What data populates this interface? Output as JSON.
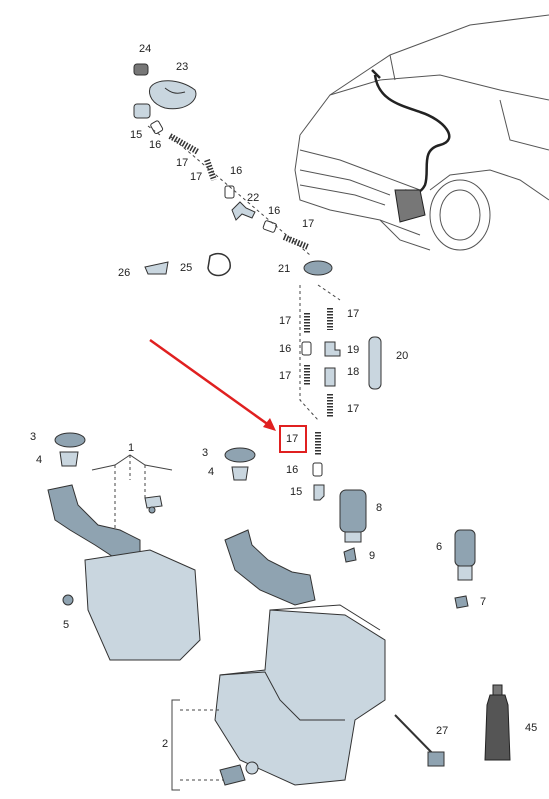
{
  "callouts": {
    "c24": "24",
    "c23": "23",
    "c15a": "15",
    "c16a": "16",
    "c17a": "17",
    "c17b": "17",
    "c16b": "16",
    "c22": "22",
    "c16c": "16",
    "c17c": "17",
    "c21": "21",
    "c26": "26",
    "c25": "25",
    "c17d": "17",
    "c17e": "17",
    "c16d": "16",
    "c19": "19",
    "c20": "20",
    "c17f": "17",
    "c18": "18",
    "c17g": "17",
    "c17h": "17",
    "c16e": "16",
    "c15b": "15",
    "c8": "8",
    "c9": "9",
    "c3a": "3",
    "c4a": "4",
    "c1": "1",
    "c3b": "3",
    "c4b": "4",
    "c5": "5",
    "c6": "6",
    "c7": "7",
    "c2": "2",
    "c27": "27",
    "c45": "45"
  },
  "highlight": {
    "label": "17",
    "color": "#e02020"
  },
  "colors": {
    "part_fill": "#c9d6df",
    "part_dark": "#8fa3b1",
    "line": "#333333",
    "arrow": "#e02020"
  }
}
